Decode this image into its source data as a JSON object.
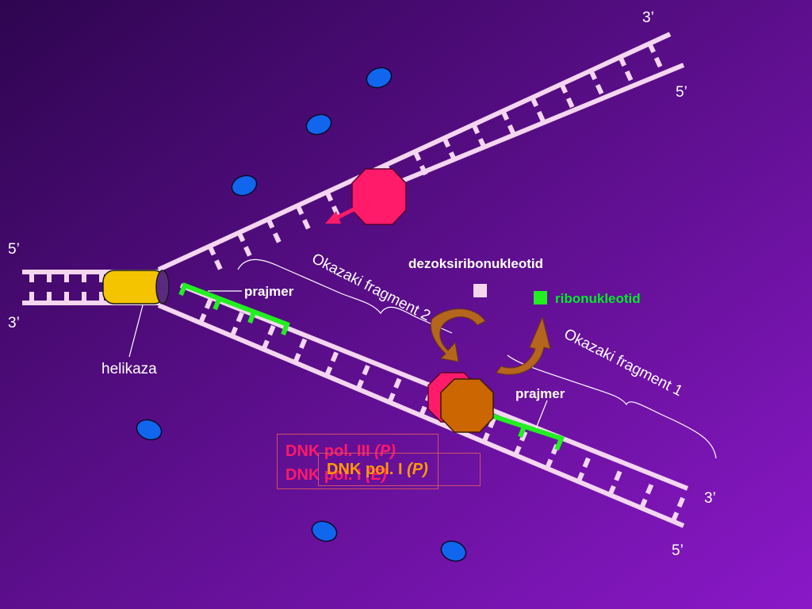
{
  "colors": {
    "background_start": "#2e0550",
    "background_end": "#8a18c8",
    "strand": "#f4d6f0",
    "primer": "#22ee22",
    "helicase": "#f5c400",
    "polymerase_iii": "#ff1a6a",
    "polymerase_i": "#cc6600",
    "nucleotide_blue": "#1166ee",
    "arrow_brown": "#b5651d"
  },
  "labels": {
    "top_right_3": "3’",
    "top_right_5": "5’",
    "left_5": "5’",
    "left_3": "3’",
    "bottom_right_3": "3’",
    "bottom_right_5": "5’",
    "helicase": "helikaza",
    "primer_left": "prajmer",
    "primer_right": "prajmer",
    "deoxy": "dezoksiribonukleotid",
    "ribo": "ribonukleotid",
    "okazaki_2": "Okazaki fragment 2",
    "okazaki_1": "Okazaki fragment 1"
  },
  "polymerase_iii": {
    "line1": "DNK pol. III ",
    "line1_tag": "(P)",
    "line2": "DNK pol. I ",
    "line2_tag": "(E)"
  },
  "polymerase_i": {
    "line1": "DNK pol. I ",
    "line1_tag": "(P)"
  },
  "icons": [
    "helicase-cylinder-icon",
    "polymerase-octagon-icon",
    "nucleotide-ellipse-icon",
    "cycle-arrow-icon"
  ]
}
